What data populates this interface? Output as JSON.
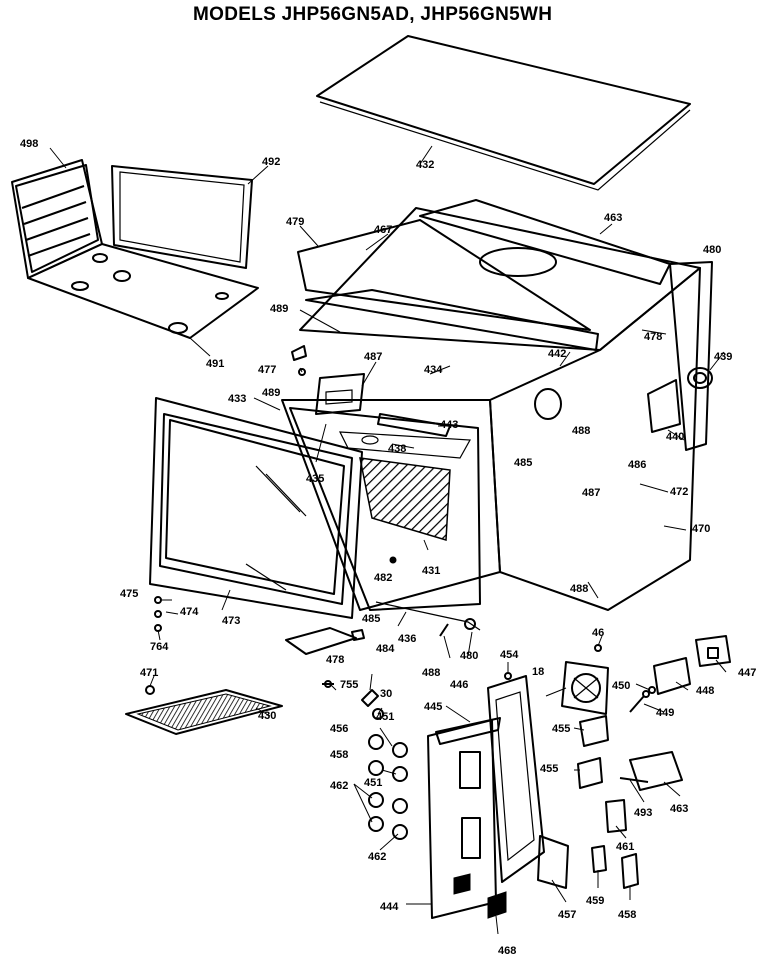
{
  "title": "MODELS JHP56GN5AD, JHP56GN5WH",
  "labels": [
    {
      "id": "l498",
      "text": "498"
    },
    {
      "id": "l492",
      "text": "492"
    },
    {
      "id": "l432",
      "text": "432"
    },
    {
      "id": "l463a",
      "text": "463"
    },
    {
      "id": "l479",
      "text": "479"
    },
    {
      "id": "l467",
      "text": "467"
    },
    {
      "id": "l480a",
      "text": "480"
    },
    {
      "id": "l489a",
      "text": "489"
    },
    {
      "id": "l491",
      "text": "491"
    },
    {
      "id": "l477",
      "text": "477"
    },
    {
      "id": "l487a",
      "text": "487"
    },
    {
      "id": "l434",
      "text": "434"
    },
    {
      "id": "l442",
      "text": "442"
    },
    {
      "id": "l478a",
      "text": "478"
    },
    {
      "id": "l439",
      "text": "439"
    },
    {
      "id": "l433",
      "text": "433"
    },
    {
      "id": "l489b",
      "text": "489"
    },
    {
      "id": "l443",
      "text": "443"
    },
    {
      "id": "l438",
      "text": "438"
    },
    {
      "id": "l435",
      "text": "435"
    },
    {
      "id": "l485a",
      "text": "485"
    },
    {
      "id": "l488a",
      "text": "488"
    },
    {
      "id": "l440",
      "text": "440"
    },
    {
      "id": "l486",
      "text": "486"
    },
    {
      "id": "l487b",
      "text": "487"
    },
    {
      "id": "l472",
      "text": "472"
    },
    {
      "id": "l470",
      "text": "470"
    },
    {
      "id": "l482",
      "text": "482"
    },
    {
      "id": "l431",
      "text": "431"
    },
    {
      "id": "l488b",
      "text": "488"
    },
    {
      "id": "l475",
      "text": "475"
    },
    {
      "id": "l474",
      "text": "474"
    },
    {
      "id": "l473",
      "text": "473"
    },
    {
      "id": "l485b",
      "text": "485"
    },
    {
      "id": "l484",
      "text": "484"
    },
    {
      "id": "l436",
      "text": "436"
    },
    {
      "id": "l46",
      "text": "46"
    },
    {
      "id": "l764",
      "text": "764"
    },
    {
      "id": "l478b",
      "text": "478"
    },
    {
      "id": "l488c",
      "text": "488"
    },
    {
      "id": "l480b",
      "text": "480"
    },
    {
      "id": "l454",
      "text": "454"
    },
    {
      "id": "l447",
      "text": "447"
    },
    {
      "id": "l18",
      "text": "18"
    },
    {
      "id": "l450",
      "text": "450"
    },
    {
      "id": "l448",
      "text": "448"
    },
    {
      "id": "l471",
      "text": "471"
    },
    {
      "id": "l755",
      "text": "755"
    },
    {
      "id": "l30",
      "text": "30"
    },
    {
      "id": "l446",
      "text": "446"
    },
    {
      "id": "l449",
      "text": "449"
    },
    {
      "id": "l430",
      "text": "430"
    },
    {
      "id": "l456",
      "text": "456"
    },
    {
      "id": "l451a",
      "text": "451"
    },
    {
      "id": "l445",
      "text": "445"
    },
    {
      "id": "l455a",
      "text": "455"
    },
    {
      "id": "l458",
      "text": "458"
    },
    {
      "id": "l455b",
      "text": "455"
    },
    {
      "id": "l462a",
      "text": "462"
    },
    {
      "id": "l451b",
      "text": "451"
    },
    {
      "id": "l493",
      "text": "493"
    },
    {
      "id": "l463b",
      "text": "463"
    },
    {
      "id": "l461",
      "text": "461"
    },
    {
      "id": "l462b",
      "text": "462"
    },
    {
      "id": "l444",
      "text": "444"
    },
    {
      "id": "l457",
      "text": "457"
    },
    {
      "id": "l459",
      "text": "459"
    },
    {
      "id": "l458b",
      "text": "458"
    },
    {
      "id": "l468",
      "text": "468"
    }
  ]
}
